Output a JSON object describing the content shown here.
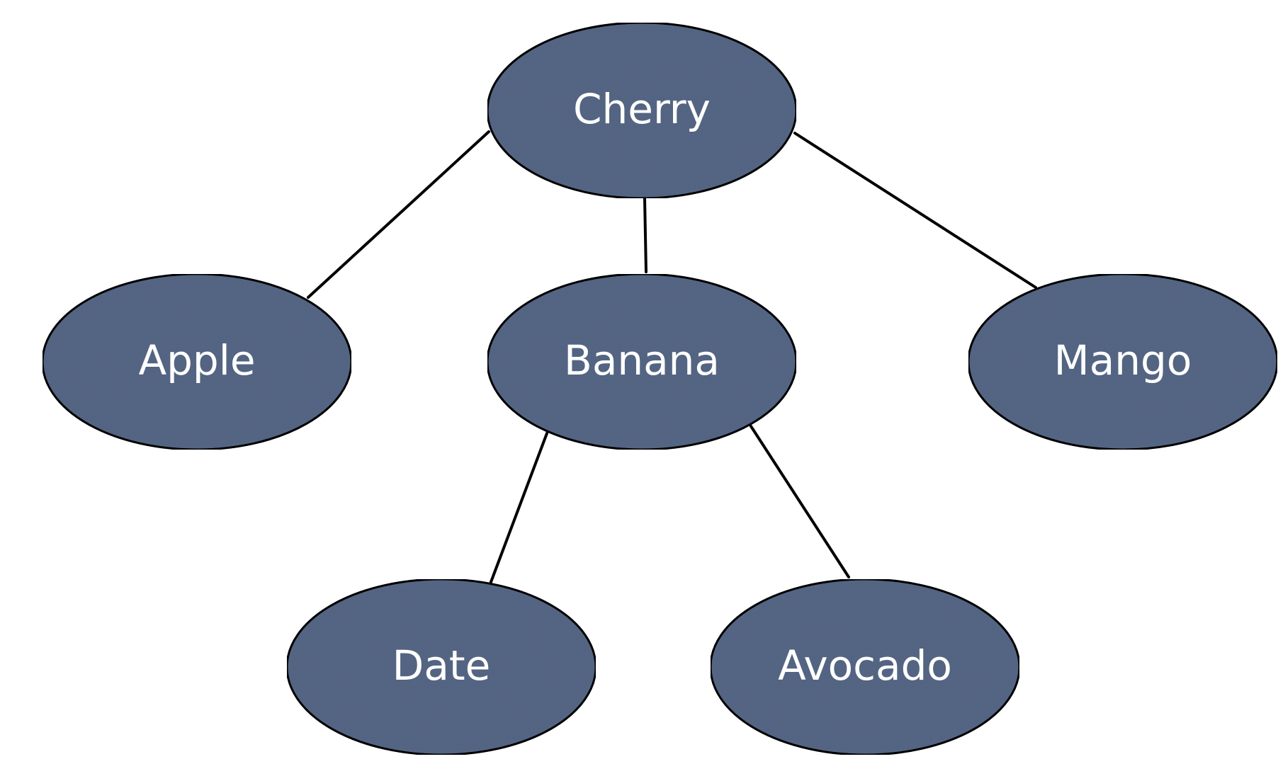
{
  "diagram": {
    "type": "tree",
    "node_color": "#566886",
    "edge_color": "#000000",
    "label_color": "#ffffff",
    "nodes": [
      {
        "id": "cherry",
        "label": "Cherry"
      },
      {
        "id": "apple",
        "label": "Apple"
      },
      {
        "id": "banana",
        "label": "Banana"
      },
      {
        "id": "mango",
        "label": "Mango"
      },
      {
        "id": "date",
        "label": "Date"
      },
      {
        "id": "avocado",
        "label": "Avocado"
      }
    ],
    "edges": [
      {
        "from": "cherry",
        "to": "apple"
      },
      {
        "from": "cherry",
        "to": "banana"
      },
      {
        "from": "cherry",
        "to": "mango"
      },
      {
        "from": "banana",
        "to": "date"
      },
      {
        "from": "banana",
        "to": "avocado"
      }
    ]
  }
}
